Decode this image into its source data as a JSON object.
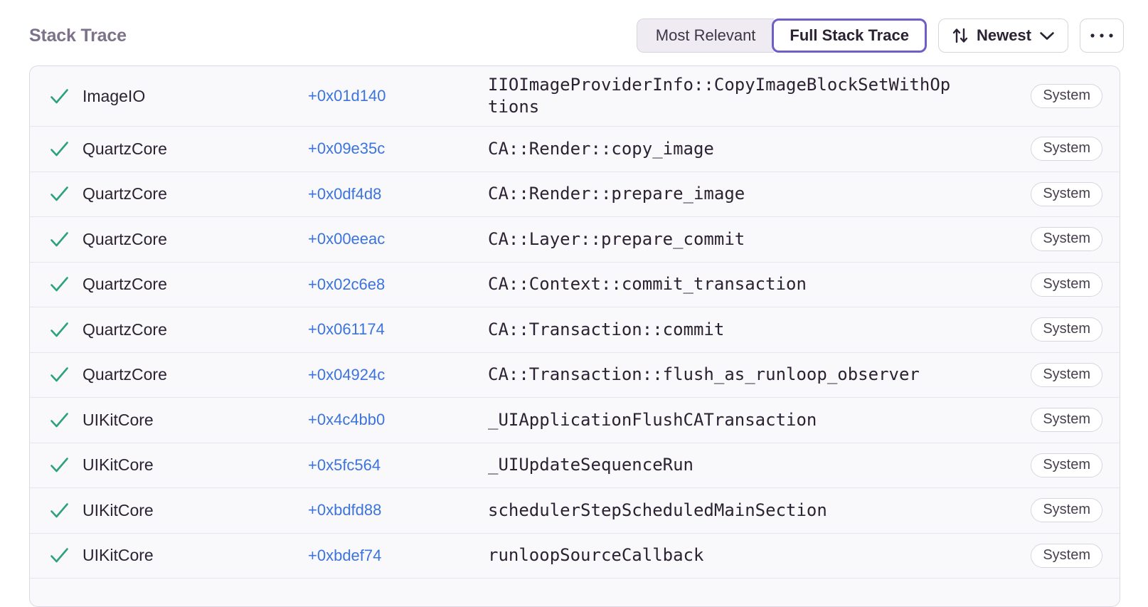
{
  "header": {
    "title": "Stack Trace",
    "most_relevant_label": "Most Relevant",
    "full_stack_trace_label": "Full Stack Trace",
    "sort_label": "Newest",
    "icons": {
      "sort": "up-down-arrows",
      "dropdown": "chevron-down",
      "more": "ellipsis",
      "frame_status": "green-checkmark"
    }
  },
  "colors": {
    "accent_purple": "#6d5fc7",
    "link_blue": "#3c74dd",
    "check_green": "#2ba17c",
    "title_gray": "#7c7289",
    "row_background": "#f9f8fa"
  },
  "table": {
    "frames": [
      {
        "module": "ImageIO",
        "address": "+0x01d140",
        "function": "IIOImageProviderInfo::CopyImageBlockSetWithOptions",
        "badge": "System"
      },
      {
        "module": "QuartzCore",
        "address": "+0x09e35c",
        "function": "CA::Render::copy_image",
        "badge": "System"
      },
      {
        "module": "QuartzCore",
        "address": "+0x0df4d8",
        "function": "CA::Render::prepare_image",
        "badge": "System"
      },
      {
        "module": "QuartzCore",
        "address": "+0x00eeac",
        "function": "CA::Layer::prepare_commit",
        "badge": "System"
      },
      {
        "module": "QuartzCore",
        "address": "+0x02c6e8",
        "function": "CA::Context::commit_transaction",
        "badge": "System"
      },
      {
        "module": "QuartzCore",
        "address": "+0x061174",
        "function": "CA::Transaction::commit",
        "badge": "System"
      },
      {
        "module": "QuartzCore",
        "address": "+0x04924c",
        "function": "CA::Transaction::flush_as_runloop_observer",
        "badge": "System"
      },
      {
        "module": "UIKitCore",
        "address": "+0x4c4bb0",
        "function": "_UIApplicationFlushCATransaction",
        "badge": "System"
      },
      {
        "module": "UIKitCore",
        "address": "+0x5fc564",
        "function": "_UIUpdateSequenceRun",
        "badge": "System"
      },
      {
        "module": "UIKitCore",
        "address": "+0xbdfd88",
        "function": "schedulerStepScheduledMainSection",
        "badge": "System"
      },
      {
        "module": "UIKitCore",
        "address": "+0xbdef74",
        "function": "runloopSourceCallback",
        "badge": "System"
      }
    ]
  }
}
